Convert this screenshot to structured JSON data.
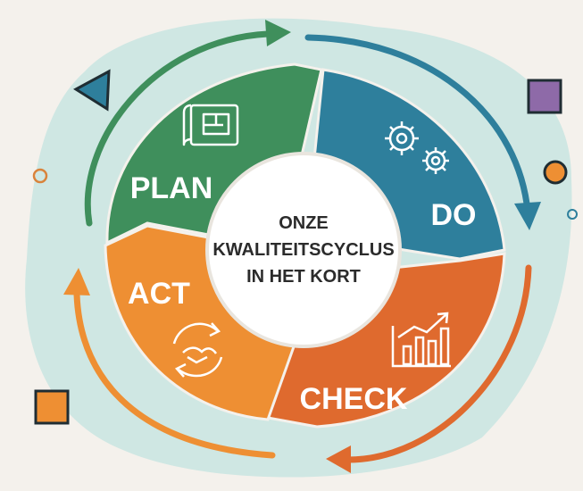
{
  "center": {
    "line1": "ONZE",
    "line2": "KWALITEITSCYCLUS",
    "line3": "IN HET KORT"
  },
  "segments": [
    {
      "label": "PLAN",
      "color": "#3f8f5c",
      "icon": "blueprint-icon"
    },
    {
      "label": "DO",
      "color": "#2e7f9c",
      "icon": "gears-icon"
    },
    {
      "label": "CHECK",
      "color": "#df6a2e",
      "icon": "growth-chart-icon"
    },
    {
      "label": "ACT",
      "color": "#ee8f33",
      "icon": "handshake-cycle-icon"
    }
  ],
  "arrows": {
    "plan_color": "#3f8f5c",
    "do_color": "#2e7f9c",
    "check_color": "#df6a2e",
    "act_color": "#ee8f33"
  },
  "decorations": {
    "blob_color": "#cfe7e3",
    "teal_triangle": "#2e7f9c",
    "purple_square": "#8e6aa8",
    "orange_square": "#ee8f33",
    "orange_circle": "#ee8f33"
  }
}
